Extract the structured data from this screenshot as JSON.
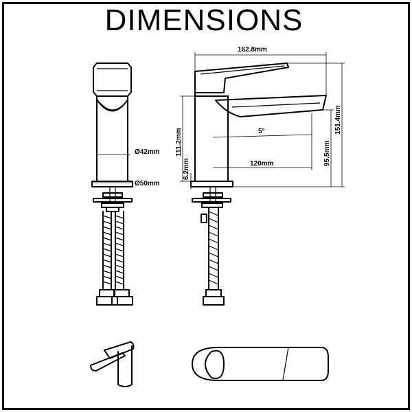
{
  "title": "DIMENSIONS",
  "dimensions": {
    "overall_length": "162.8mm",
    "spout_reach": "120mm",
    "spout_angle": "5°",
    "body_height": "111.2mm",
    "base_thickness": "6.2mm",
    "spout_height": "95.5mm",
    "overall_height": "151.4mm",
    "body_diameter": "Ø42mm",
    "base_diameter": "Ø50mm"
  },
  "colors": {
    "line": "#000000",
    "background": "#ffffff"
  }
}
